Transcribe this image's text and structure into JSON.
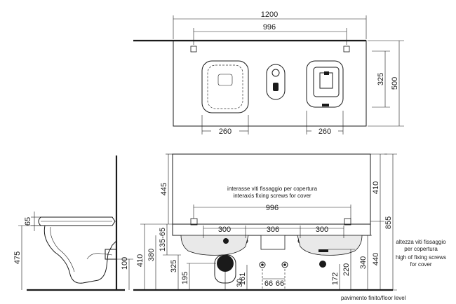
{
  "top_view": {
    "width_total": "1200",
    "width_screws": "996",
    "height_inner": "325",
    "height_total": "500",
    "bowl_width_left": "260",
    "bowl_width_right": "260"
  },
  "front_view": {
    "height_tank": "445",
    "height_top": "410",
    "height_total": "855",
    "note_it": "interasse viti fissaggio per copertura",
    "note_en": "interaxis fixing screws for cover",
    "screw_interaxis": "996",
    "spacing_left": "300",
    "spacing_mid": "306",
    "spacing_right": "300",
    "h_380": "380",
    "h_410": "410",
    "h_135_65": "135-65",
    "h_325": "325",
    "h_195": "195",
    "h_161": "161",
    "h_30": "30",
    "h_66a": "66",
    "h_66b": "66",
    "h_172": "172",
    "h_220": "220",
    "h_340": "340",
    "h_440": "440",
    "right_note_it_1": "altezza viti fissaggio",
    "right_note_it_2": "per copertura",
    "right_note_en_1": "high of fixing screws",
    "right_note_en_2": "for cover",
    "floor_label": "pavimento finito/floor level"
  },
  "side_view": {
    "h_65": "65",
    "h_475": "475",
    "h_100": "100"
  }
}
